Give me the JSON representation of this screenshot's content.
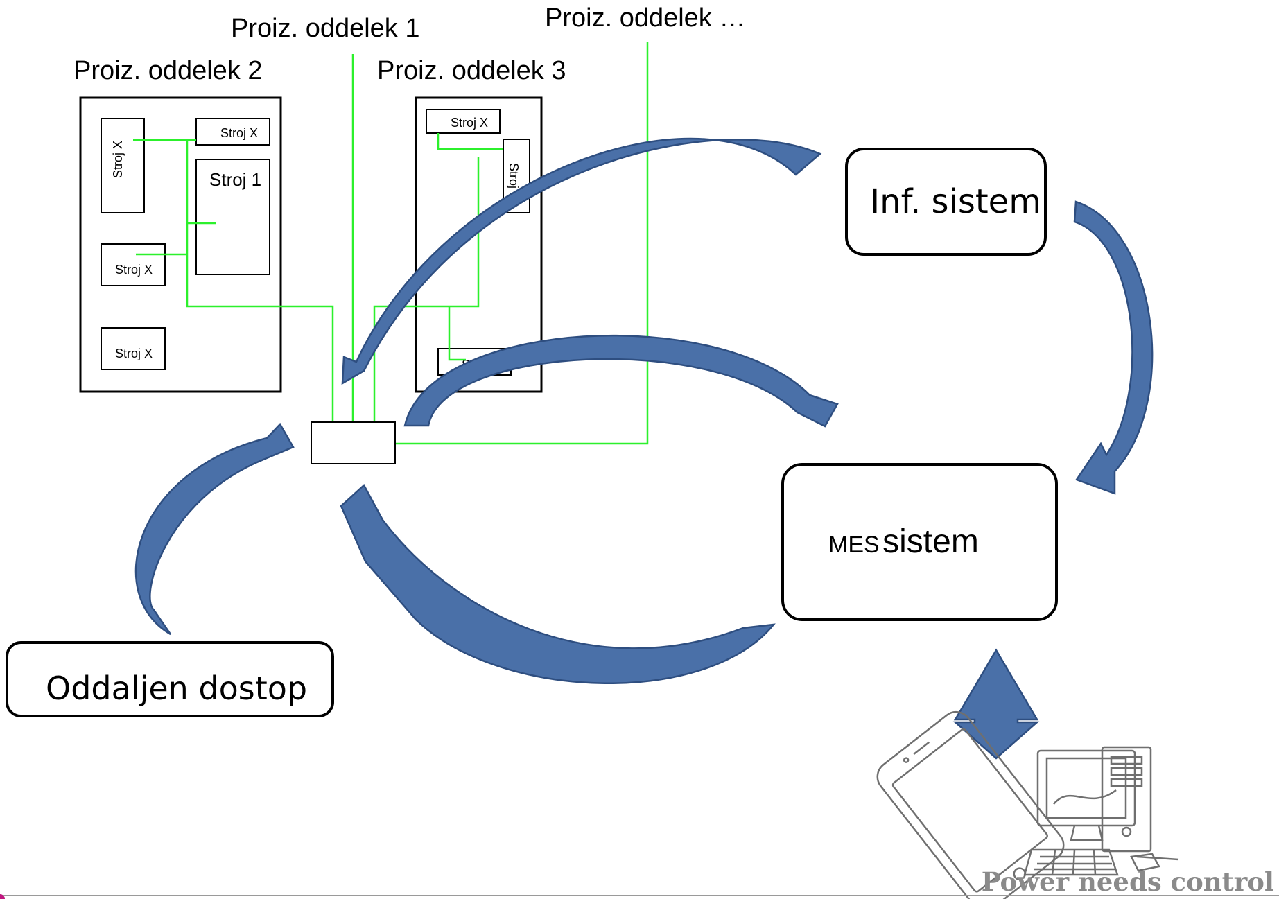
{
  "departments": {
    "dept1_label": "Proiz. oddelek 1",
    "dept2_label": "Proiz. oddelek 2",
    "dept3_label": "Proiz. oddelek 3",
    "dept_more_label": "Proiz. oddelek …"
  },
  "machines": {
    "generic": "Stroj X",
    "machine1": "Stroj 1"
  },
  "systems": {
    "inf_sistem": "Inf. sistem",
    "mes_prefix": "MES",
    "mes_suffix": " sistem",
    "remote_access": "Oddaljen dostop"
  },
  "footer": {
    "brand_text": "Power needs control"
  },
  "colors": {
    "network": "#2cf02c",
    "arrow": "#4a70a8",
    "accent_corner": "#c0177f"
  },
  "icons": [
    "smartphone-icon",
    "desktop-computer-icon"
  ]
}
